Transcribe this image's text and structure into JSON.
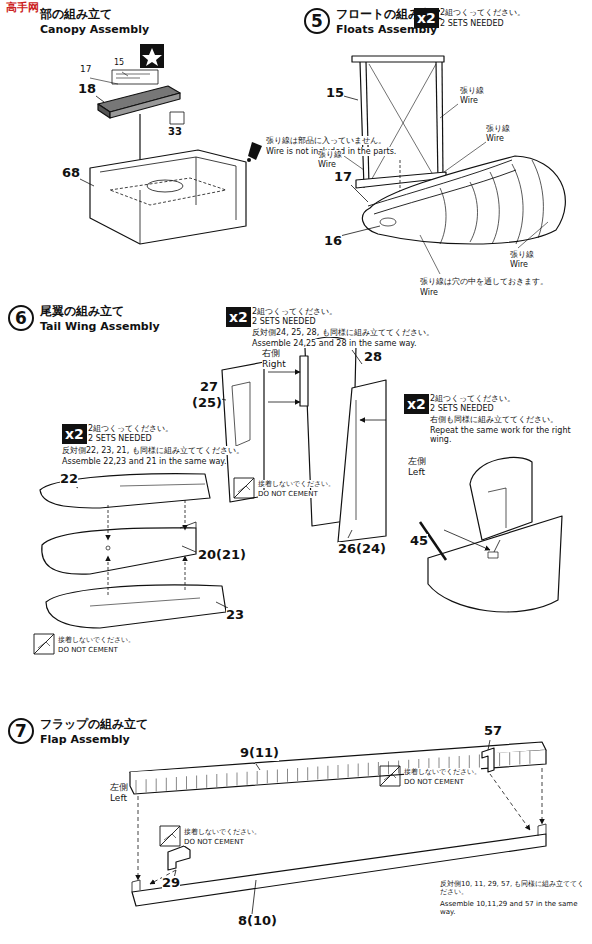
{
  "diagram": {
    "nodes": [
      {
        "text": [
          "5",
          "フロートの組み立て",
          "Floats Assembly"
        ]
      },
      {
        "text": [
          "x2"
        ]
      },
      {
        "text": [
          "6",
          "尾翼の組み立て",
          "Tail Wing Assembly"
        ]
      },
      {
        "text": [
          "x2"
        ]
      },
      {
        "text": [
          "x2"
        ]
      },
      {
        "text": [
          "x2"
        ]
      },
      {
        "text": [
          "7",
          "フラップの組み立て",
          "Flap Assembly"
        ]
      }
    ],
    "labels": [
      "高手网",
      "部の組み立て",
      "Canopy Assembly",
      "17",
      "15",
      "18",
      "33",
      "68",
      "張り線は部品に入っていません。",
      "Wire is not included in the parts.",
      "2組つくってください。",
      "2 SETS NEEDED",
      "15",
      "張り線",
      "Wire",
      "張り線",
      "Wire",
      "張り線",
      "Wire",
      "17",
      "張り線",
      "Wire",
      "16",
      "張り線は穴の中を通しておきます。",
      "Wire",
      "2組つくってください。",
      "2 SETS NEEDED",
      "反対側24, 25, 28, も同様に組み立ててください。",
      "Assemble 24,25 and 28 in the same way.",
      "右側",
      "Right",
      "28",
      "27",
      "(25)",
      "26(24)",
      "2組つくってください。",
      "2 SETS NEEDED",
      "右側も同様に組み立ててください。",
      "Repeat the same work for the right wing.",
      "2組つくってください。",
      "2 SETS NEEDED",
      "反対側22, 23, 21, も同様に組み立ててください。",
      "Assemble 22,23 and 21 in the same way.",
      "22",
      "20(21)",
      "23",
      "接着しないでください。",
      "DO NOT CEMENT",
      "接着しないでください。",
      "DO NOT CEMENT",
      "左側",
      "Left",
      "45",
      "9(11)",
      "57",
      "左側",
      "Left",
      "接着しないでください。",
      "DO NOT CEMENT",
      "接着しないでください。",
      "DO NOT CEMENT",
      "29",
      "8(10)",
      "反対側10, 11, 29, 57, も同様に組み立ててください。",
      "Assemble 10,11,29 and 57 in the same way."
    ]
  }
}
